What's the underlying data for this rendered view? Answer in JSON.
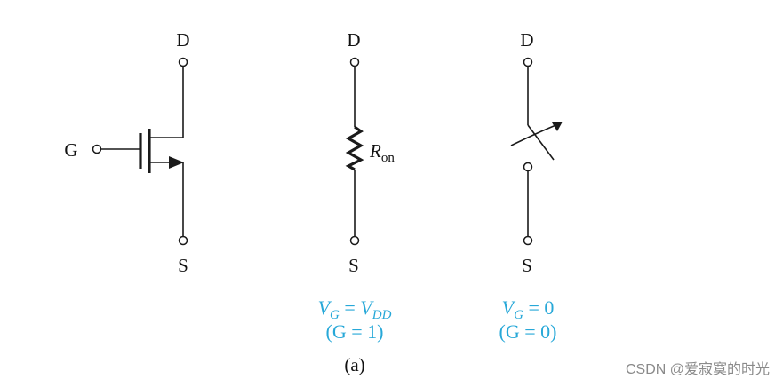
{
  "terminals": {
    "drain": "D",
    "source": "S",
    "gate": "G"
  },
  "resistor": {
    "symbol": "R",
    "subscript": "on"
  },
  "on_condition": {
    "lhs": "V",
    "lhs_sub": "G",
    "eq": " = ",
    "rhs": "V",
    "rhs_sub": "DD",
    "logic": "(G = 1)"
  },
  "off_condition": {
    "lhs": "V",
    "lhs_sub": "G",
    "rhs": " = 0",
    "logic": "(G = 0)"
  },
  "caption": "(a)",
  "watermark": "CSDN @爱寂寞的时光",
  "colors": {
    "line": "#1a1a1a",
    "condition_text": "#27a8d8",
    "watermark": "#8a8a8a"
  }
}
